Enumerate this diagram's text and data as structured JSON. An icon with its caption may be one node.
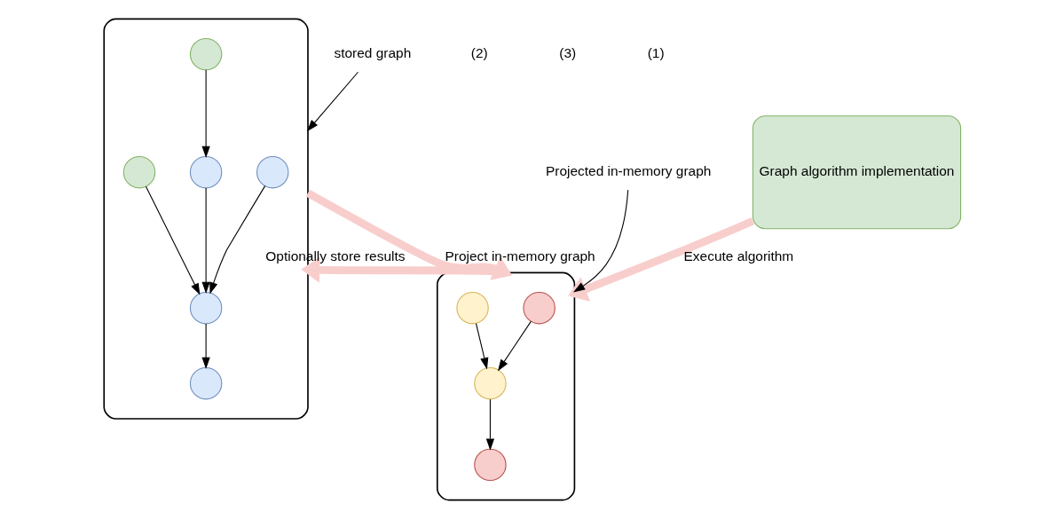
{
  "diagram": {
    "nodes": [
      {
        "text": [
          "Graph algorithm implementation"
        ]
      },
      {
        "text": [],
        "shape": "box"
      },
      {
        "text": [],
        "shape": "circle",
        "in": 1
      },
      {
        "text": [],
        "shape": "circle",
        "in": 1
      },
      {
        "text": [],
        "shape": "circle",
        "in": 1
      },
      {
        "text": [],
        "shape": "circle",
        "in": 1
      },
      {
        "text": [],
        "shape": "box"
      },
      {
        "text": [],
        "shape": "circle",
        "in": 6
      },
      {
        "text": [],
        "shape": "circle",
        "in": 6
      },
      {
        "text": [],
        "shape": "circle",
        "in": 6
      },
      {
        "text": [],
        "shape": "circle",
        "in": 6
      },
      {
        "text": [],
        "shape": "circle",
        "in": 6
      },
      {
        "text": [],
        "shape": "circle",
        "in": 6
      },
      {
        "text": [
          "Projected in-memory graph"
        ]
      },
      {
        "text": [
          "stored graph"
        ]
      }
    ],
    "edges": [
      {
        "from": 0,
        "to": 1,
        "arrow": "to",
        "label": "Execute algorithm",
        "style": "thick",
        "color": "#f8cecc"
      },
      {
        "from": 1,
        "to": 6,
        "arrow": "to",
        "label": "Optionally store results",
        "style": "thick",
        "color": "#f8cecc"
      },
      {
        "from": 6,
        "to": 1,
        "arrow": "to",
        "label": "Project in-memory graph",
        "style": "thick",
        "color": "#f8cecc"
      },
      {
        "from": 2,
        "to": 4,
        "arrow": "to"
      },
      {
        "from": 3,
        "to": 4,
        "arrow": "to"
      },
      {
        "from": 4,
        "to": 5,
        "arrow": "to"
      },
      {
        "from": 7,
        "to": 11,
        "arrow": "to"
      },
      {
        "from": 8,
        "to": 11,
        "arrow": "to"
      },
      {
        "from": 9,
        "to": 8,
        "arrow": "to"
      },
      {
        "from": 10,
        "to": 11,
        "arrow": "to"
      },
      {
        "from": 11,
        "to": 12,
        "arrow": "to"
      },
      {
        "from": 13,
        "to": 1,
        "arrow": "to"
      },
      {
        "from": 14,
        "to": 6,
        "arrow": "to"
      }
    ],
    "labels": [
      "(2)",
      "(3)",
      "(1)"
    ]
  }
}
